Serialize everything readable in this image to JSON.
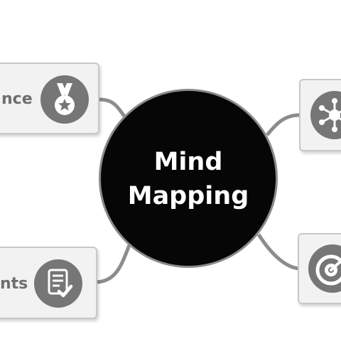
{
  "center": {
    "line1": "Mind",
    "line2": "Mapping"
  },
  "branches": [
    {
      "label": "nce",
      "icon": "medal-star-icon"
    },
    {
      "label": "",
      "icon": "network-hub-icon"
    },
    {
      "label": "nts",
      "icon": "checklist-document-icon"
    },
    {
      "label": "",
      "icon": "target-dart-icon"
    }
  ],
  "colors": {
    "center_fill": "#060606",
    "node_fill": "#f2f2f2",
    "node_border": "#c8c8c8",
    "icon_fill": "#767676",
    "connector": "#8c8c8c",
    "label_text": "#6e6e6e"
  }
}
